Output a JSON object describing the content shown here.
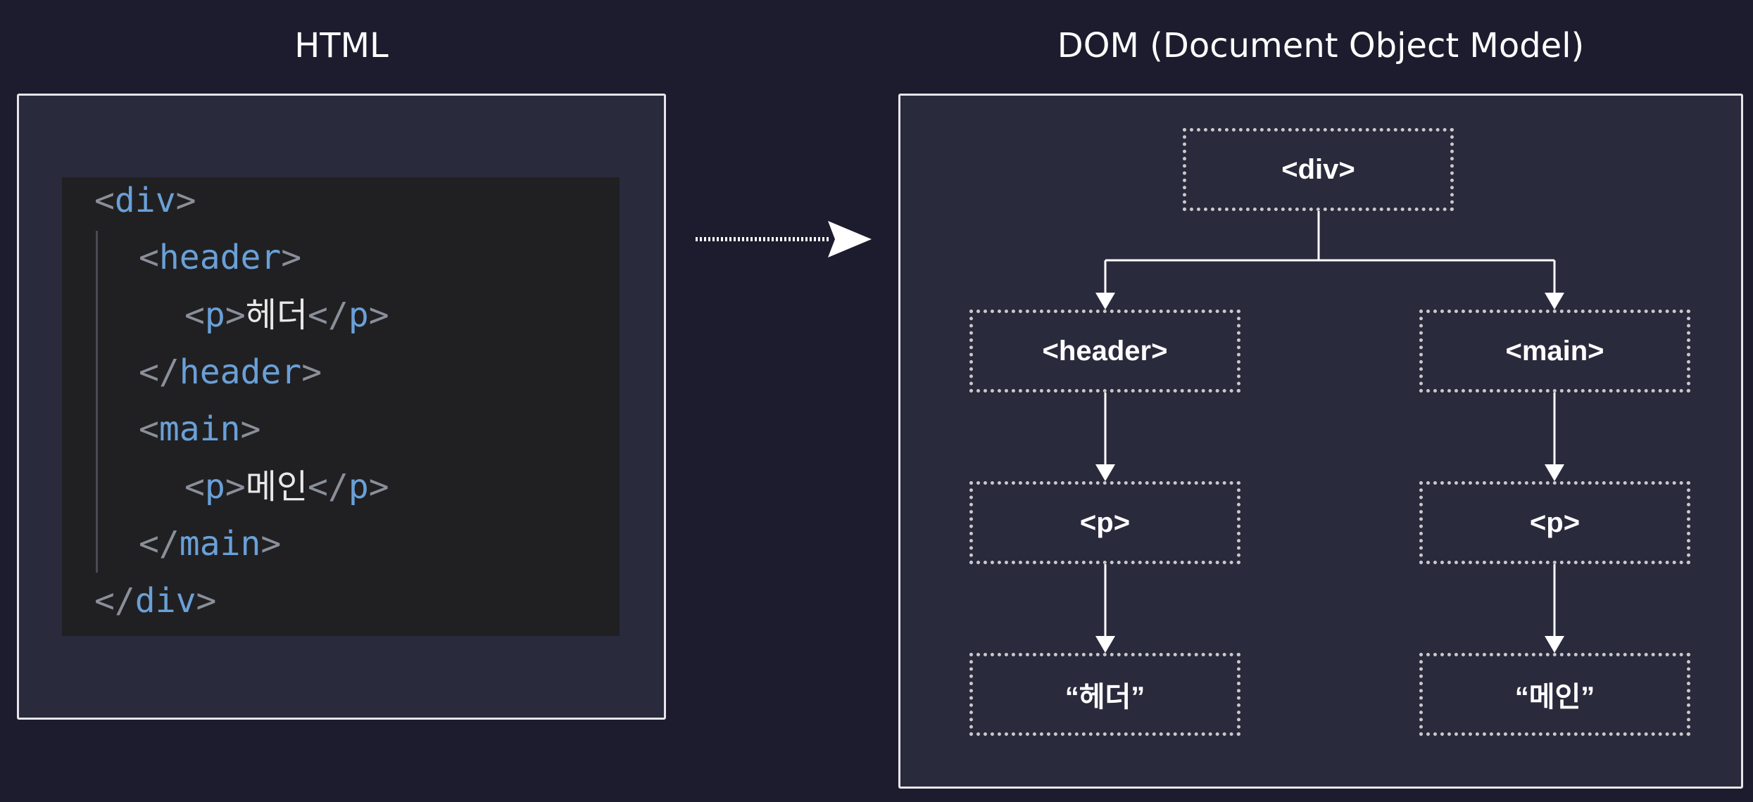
{
  "headings": {
    "html": "HTML",
    "dom": "DOM (Document Object Model)"
  },
  "code": {
    "lines": [
      {
        "open": "<",
        "tag": "div",
        "close": ">",
        "text": "",
        "open2": "",
        "tag2": "",
        "close2": ""
      },
      {
        "open": "<",
        "tag": "header",
        "close": ">",
        "text": "",
        "open2": "",
        "tag2": "",
        "close2": ""
      },
      {
        "open": "<",
        "tag": "p",
        "close": ">",
        "text": "헤더",
        "open2": "</",
        "tag2": "p",
        "close2": ">"
      },
      {
        "open": "</",
        "tag": "header",
        "close": ">",
        "text": "",
        "open2": "",
        "tag2": "",
        "close2": ""
      },
      {
        "open": "<",
        "tag": "main",
        "close": ">",
        "text": "",
        "open2": "",
        "tag2": "",
        "close2": ""
      },
      {
        "open": "<",
        "tag": "p",
        "close": ">",
        "text": "메인",
        "open2": "</",
        "tag2": "p",
        "close2": ">"
      },
      {
        "open": "</",
        "tag": "main",
        "close": ">",
        "text": "",
        "open2": "",
        "tag2": "",
        "close2": ""
      },
      {
        "open": "</",
        "tag": "div",
        "close": ">",
        "text": "",
        "open2": "",
        "tag2": "",
        "close2": ""
      }
    ]
  },
  "tree": {
    "root": "<div>",
    "header": "<header>",
    "main": "<main>",
    "p_left": "<p>",
    "p_right": "<p>",
    "text_left": "“헤더”",
    "text_right": "“메인”"
  },
  "colors": {
    "background": "#1c1c2e",
    "panel": "#2a2a3d",
    "code_background": "#202022",
    "tag": "#6aa0d8",
    "punctuation": "#8a8f99"
  }
}
